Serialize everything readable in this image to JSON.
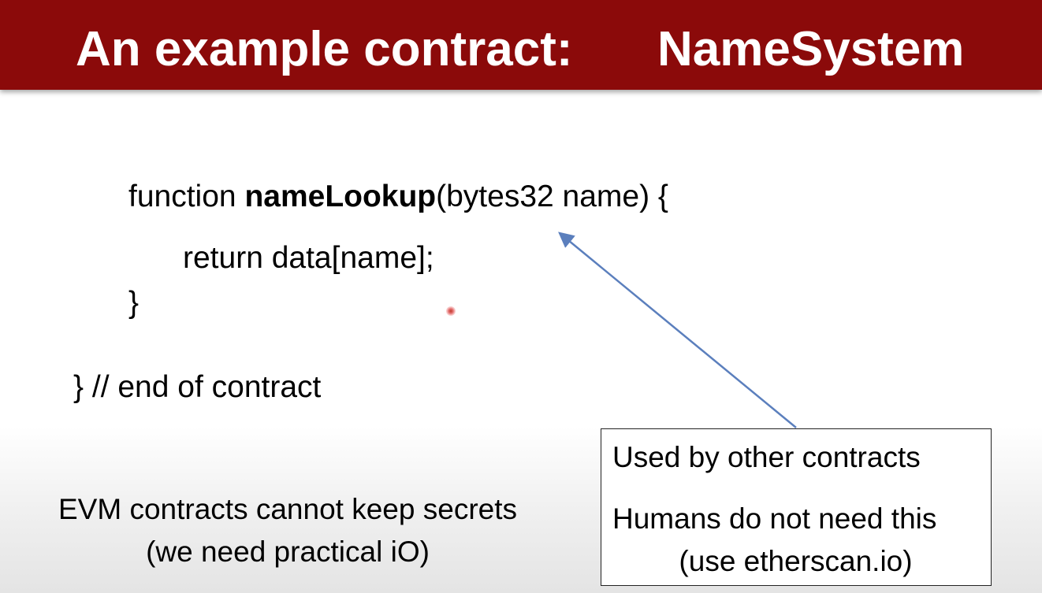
{
  "slide": {
    "title_left": "An example contract:",
    "title_right": "NameSystem",
    "code": {
      "line1_pre": "function ",
      "line1_bold": "nameLookup",
      "line1_post": "(bytes32 name) {",
      "line2": "return data[name];",
      "line3": "}",
      "line4": "}  // end of contract"
    },
    "note": {
      "line1": "EVM contracts cannot keep secrets",
      "line2": "(we need practical iO)"
    },
    "callout": {
      "line1": "Used by other contracts",
      "line2": "Humans do not need this",
      "line3": "(use etherscan.io)"
    },
    "colors": {
      "title_bar": "#8b0a0a",
      "arrow": "#5b7fbd"
    }
  }
}
